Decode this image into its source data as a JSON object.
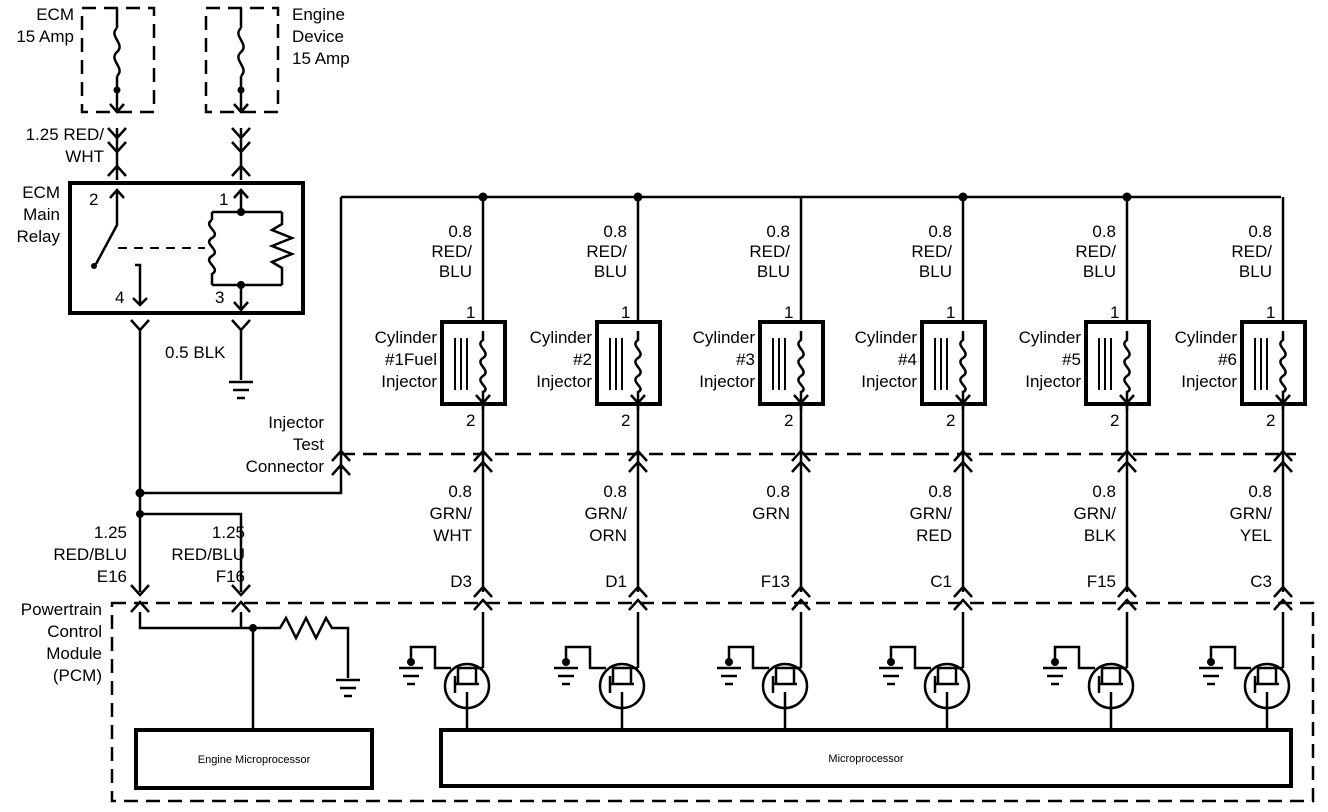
{
  "fuses": [
    {
      "lines": [
        "ECM",
        "15 Amp"
      ]
    },
    {
      "lines": [
        "Engine",
        "Device",
        "15 Amp"
      ]
    }
  ],
  "relay": {
    "lines": [
      "ECM",
      "Main",
      "Relay"
    ],
    "pins": [
      "2",
      "1",
      "4",
      "3"
    ],
    "wire_left": [
      "1.25 RED/",
      "WHT"
    ],
    "ground_wire": "0.5 BLK"
  },
  "test_connector": [
    "Injector",
    "Test",
    "Connector"
  ],
  "injectors": [
    {
      "label": [
        "Cylinder",
        "#1Fuel",
        "Injector"
      ],
      "power_wire": [
        "0.8",
        "RED/",
        "BLU"
      ],
      "signal_wire": [
        "0.8",
        "GRN/",
        "WHT"
      ],
      "pin_top": "1",
      "pin_bottom": "2",
      "pcm_pin": "D3"
    },
    {
      "label": [
        "Cylinder",
        "#2",
        "Injector"
      ],
      "power_wire": [
        "0.8",
        "RED/",
        "BLU"
      ],
      "signal_wire": [
        "0.8",
        "GRN/",
        "ORN"
      ],
      "pin_top": "1",
      "pin_bottom": "2",
      "pcm_pin": "D1"
    },
    {
      "label": [
        "Cylinder",
        "#3",
        "Injector"
      ],
      "power_wire": [
        "0.8",
        "RED/",
        "BLU"
      ],
      "signal_wire": [
        "0.8",
        "GRN"
      ],
      "pin_top": "1",
      "pin_bottom": "2",
      "pcm_pin": "F13"
    },
    {
      "label": [
        "Cylinder",
        "#4",
        "Injector"
      ],
      "power_wire": [
        "0.8",
        "RED/",
        "BLU"
      ],
      "signal_wire": [
        "0.8",
        "GRN/",
        "RED"
      ],
      "pin_top": "1",
      "pin_bottom": "2",
      "pcm_pin": "C1"
    },
    {
      "label": [
        "Cylinder",
        "#5",
        "Injector"
      ],
      "power_wire": [
        "0.8",
        "RED/",
        "BLU"
      ],
      "signal_wire": [
        "0.8",
        "GRN/",
        "BLK"
      ],
      "pin_top": "1",
      "pin_bottom": "2",
      "pcm_pin": "F15"
    },
    {
      "label": [
        "Cylinder",
        "#6",
        "Injector"
      ],
      "power_wire": [
        "0.8",
        "RED/",
        "BLU"
      ],
      "signal_wire": [
        "0.8",
        "GRN/",
        "YEL"
      ],
      "pin_top": "1",
      "pin_bottom": "2",
      "pcm_pin": "C3"
    }
  ],
  "pcm": {
    "lines": [
      "Powertrain",
      "Control",
      "Module",
      "(PCM)"
    ],
    "inputs": [
      {
        "wire": [
          "1.25",
          "RED/BLU"
        ],
        "pin": "E16"
      },
      {
        "wire": [
          "1.25",
          "RED/BLU"
        ],
        "pin": "F16"
      }
    ],
    "engine_micro": "Engine Microprocessor",
    "micro": "Microprocessor"
  }
}
